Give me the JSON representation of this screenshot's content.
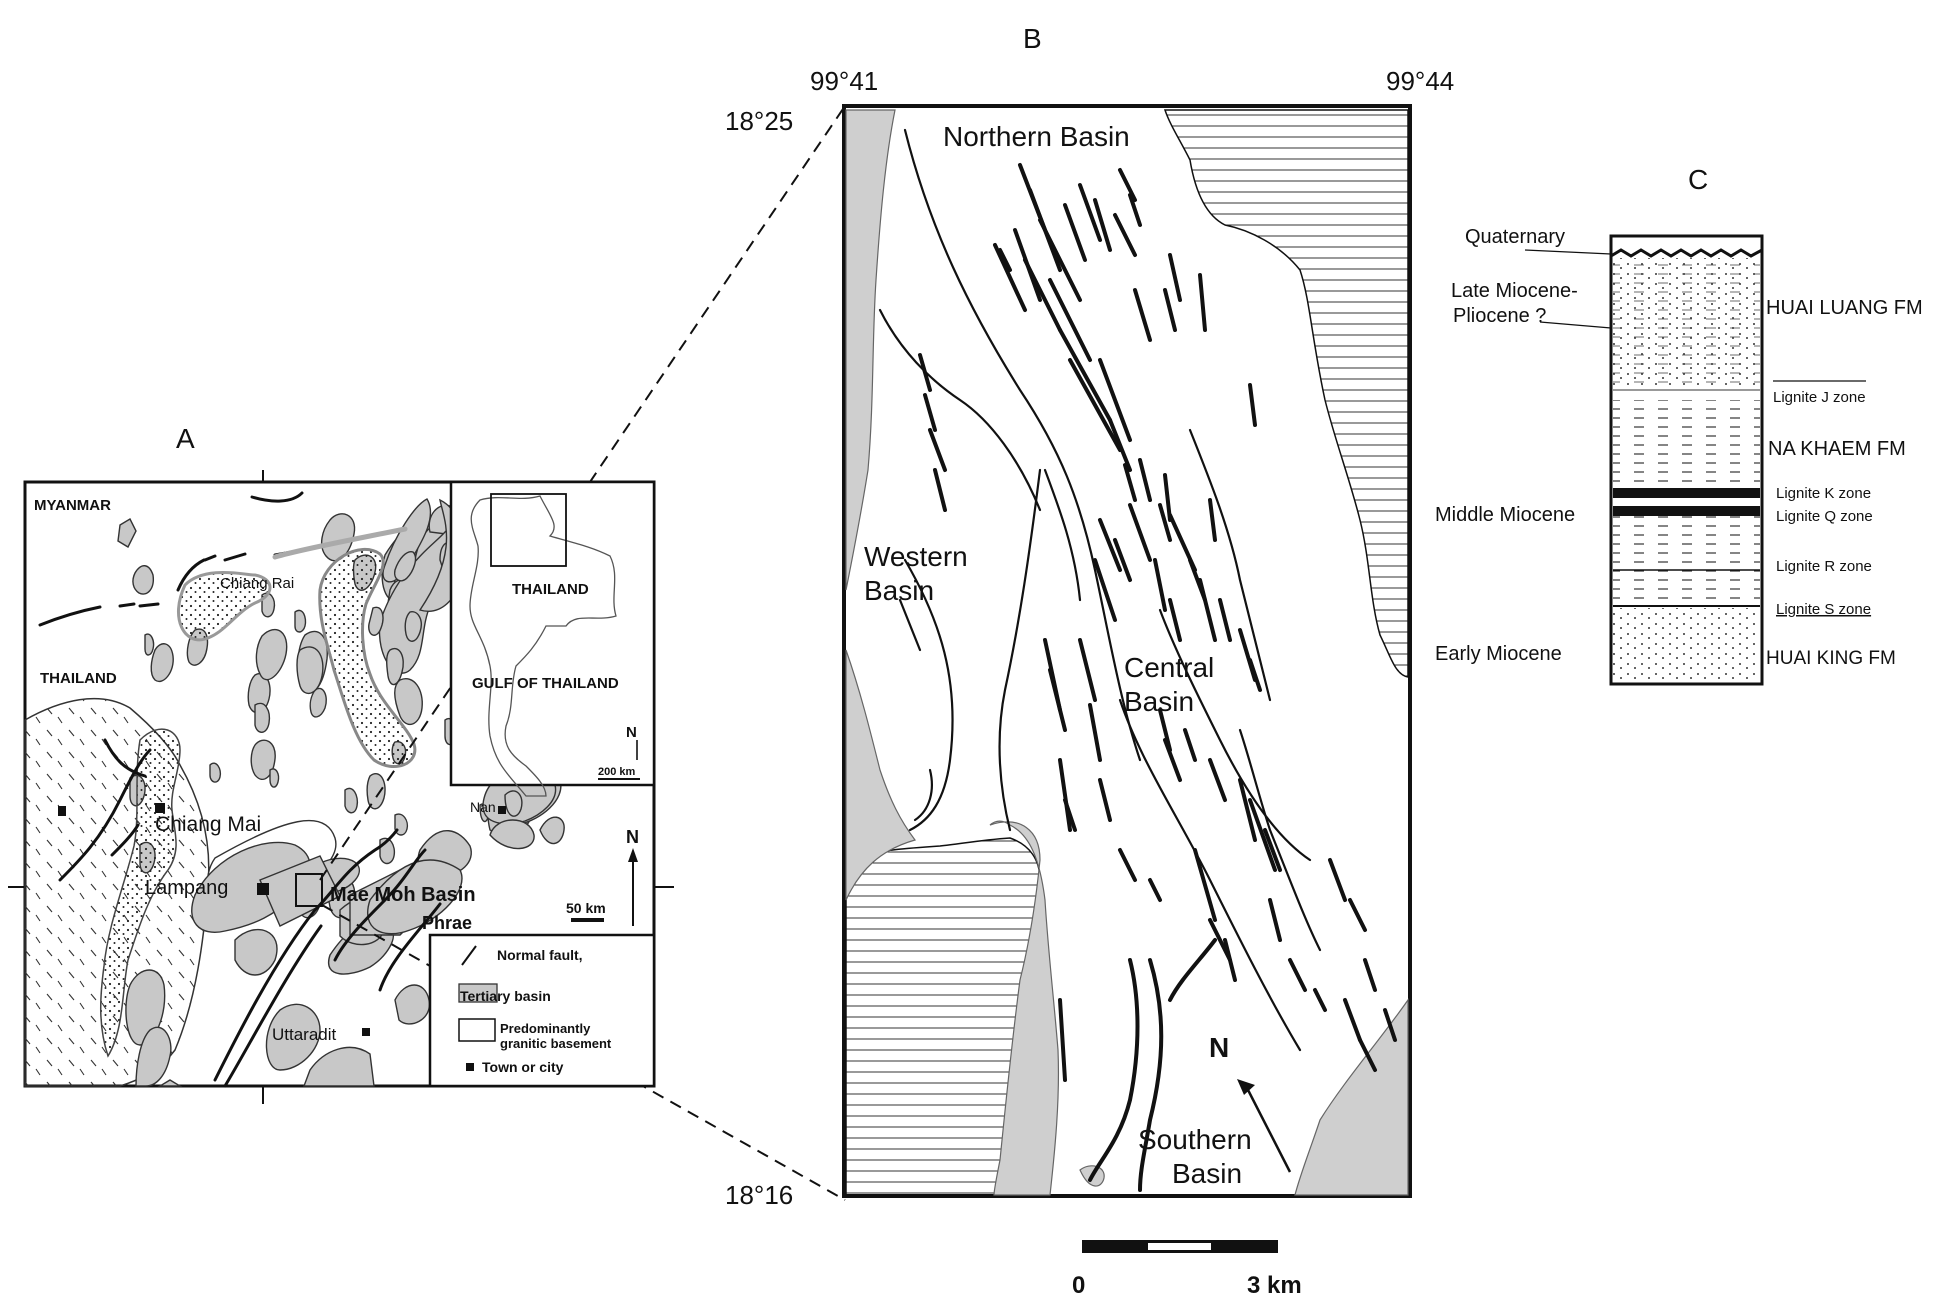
{
  "panel_a": {
    "label": "A",
    "countries": [
      "MYANMAR",
      "THAILAND"
    ],
    "towns": [
      "Chiang Rai",
      "Chiang Mai",
      "Lampang",
      "Nan",
      "Uttaradit",
      "Phrae"
    ],
    "basin_name": "Mae Moh Basin",
    "scale_label": "50 km",
    "north": "N",
    "inset": {
      "country": "THAILAND",
      "gulf": "GULF OF THAILAND",
      "scale_label": "200 km",
      "north": "N"
    },
    "legend": [
      {
        "symbol": "fault",
        "label": "Normal fault,"
      },
      {
        "symbol": "basin",
        "label": "Tertiary basin"
      },
      {
        "symbol": "granite",
        "label": "Predominantly granitic basement"
      },
      {
        "symbol": "town",
        "label": "Town or city"
      }
    ]
  },
  "panel_b": {
    "label": "B",
    "lon_left": "99°41",
    "lon_right": "99°44",
    "lat_top": "18°25",
    "lat_bottom": "18°16",
    "basins": [
      "Northern Basin",
      "Western Basin",
      "Central Basin",
      "Southern Basin"
    ],
    "north": "N",
    "scale_start": "0",
    "scale_end": "3 km"
  },
  "panel_c": {
    "label": "C",
    "ages": [
      "Quaternary",
      "Late Miocene-",
      "Pliocene ?",
      "Middle Miocene",
      "Early Miocene"
    ],
    "formations": [
      "HUAI LUANG FM",
      "NA KHAEM FM",
      "HUAI KING FM"
    ],
    "lignite_zones": [
      "Lignite J zone",
      "Lignite K zone",
      "Lignite Q zone",
      "Lignite R zone",
      "Lignite S zone"
    ]
  },
  "colors": {
    "basin_fill": "#c8c8c8",
    "line": "#111111",
    "background": "#ffffff"
  }
}
